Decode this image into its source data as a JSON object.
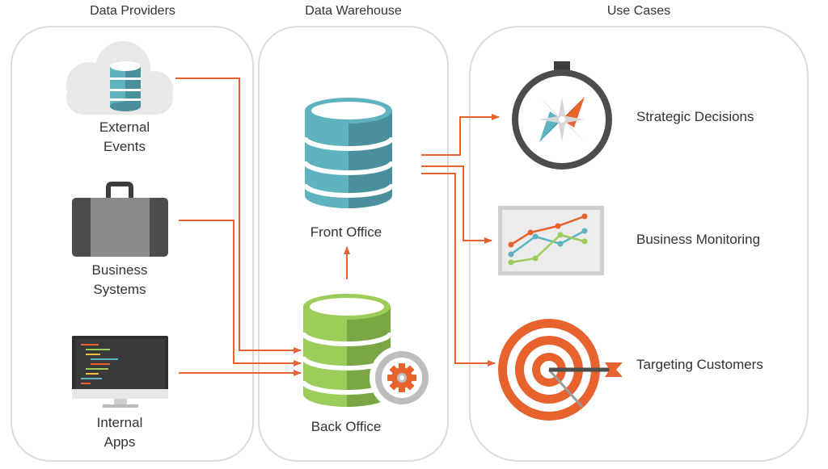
{
  "columns": {
    "providers": "Data Providers",
    "warehouse": "Data Warehouse",
    "use_cases": "Use Cases"
  },
  "providers": {
    "external_line1": "External",
    "external_line2": "Events",
    "business_line1": "Business",
    "business_line2": "Systems",
    "internal_line1": "Internal",
    "internal_line2": "Apps"
  },
  "warehouse": {
    "front_office": "Front Office",
    "back_office": "Back Office"
  },
  "use_cases": {
    "strategic": "Strategic Decisions",
    "monitoring": "Business Monitoring",
    "targeting": "Targeting Customers"
  },
  "colors": {
    "arrow": "#e8622e",
    "panel_border": "#dcdcdc",
    "teal_light": "#5fb3c1",
    "teal_dark": "#4a8f9c",
    "green_light": "#9ccc5a",
    "green_dark": "#7ba644",
    "grey_dark": "#4d4d4d",
    "grey_light": "#8a8a8a",
    "orange": "#e8622e"
  }
}
